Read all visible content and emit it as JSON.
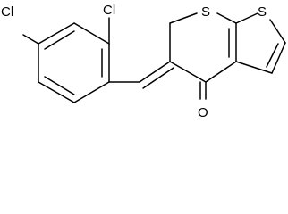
{
  "molecule": {
    "atoms": {
      "chlorine_top": "Cl",
      "chlorine_left": "Cl",
      "sulfur_ring": "S",
      "sulfur_thiophene": "S",
      "oxygen_carbonyl": "O"
    }
  }
}
